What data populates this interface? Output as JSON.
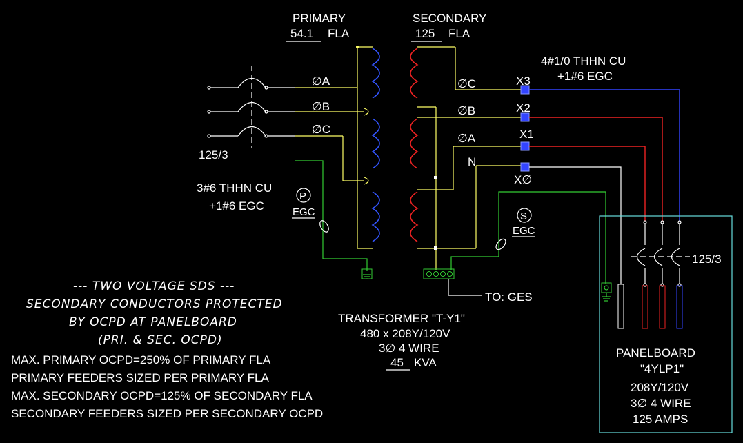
{
  "primary": {
    "label": "PRIMARY",
    "fla_value": "54.1",
    "fla_unit": "FLA",
    "phase_a": "∅A",
    "phase_b": "∅B",
    "phase_c": "∅C",
    "breaker_rating": "125/3",
    "feeder_line1": "3#6 THHN CU",
    "feeder_line2": "+1#6 EGC",
    "egc_marker": "P",
    "egc_label": "EGC"
  },
  "secondary": {
    "label": "SECONDARY",
    "fla_value": "125",
    "fla_unit": "FLA",
    "phase_c": "∅C",
    "phase_b": "∅B",
    "phase_a": "∅A",
    "neutral": "N",
    "terminal_x3": "X3",
    "terminal_x2": "X2",
    "terminal_x1": "X1",
    "terminal_x0": "X∅",
    "feeder_line1": "4#1/0 THHN CU",
    "feeder_line2": "+1#6 EGC",
    "egc_marker": "S",
    "egc_label": "EGC",
    "ges_label": "TO: GES"
  },
  "transformer": {
    "line1": "TRANSFORMER \"T-Y1\"",
    "line2": "480 x 208Y/120V",
    "line3": "3∅ 4 WIRE",
    "kva_value": "45",
    "kva_unit": "KVA"
  },
  "panelboard": {
    "breaker_rating": "125/3",
    "line1": "PANELBOARD",
    "line2": "\"4YLP1\"",
    "line3": "208Y/120V",
    "line4": "3∅ 4 WIRE",
    "line5": "125 AMPS"
  },
  "notes": {
    "handwritten": [
      "--- TWO VOLTAGE SDS ---",
      "SECONDARY CONDUCTORS PROTECTED",
      "BY OCPD AT PANELBOARD",
      "(PRI. & SEC. OCPD)"
    ],
    "rules": [
      "MAX. PRIMARY OCPD=250% OF PRIMARY FLA",
      "PRIMARY FEEDERS SIZED PER PRIMARY FLA",
      "MAX. SECONDARY OCPD=125% OF SECONDARY FLA",
      "SECONDARY FEEDERS SIZED PER SECONDARY OCPD"
    ]
  },
  "colors": {
    "background": "#000000",
    "primary_wire": "#ffff66",
    "ground_wire": "#33cc33",
    "phase_c_wire": "#3344ff",
    "phase_b_wire": "#ee2222",
    "panel_border": "#66dddd"
  }
}
